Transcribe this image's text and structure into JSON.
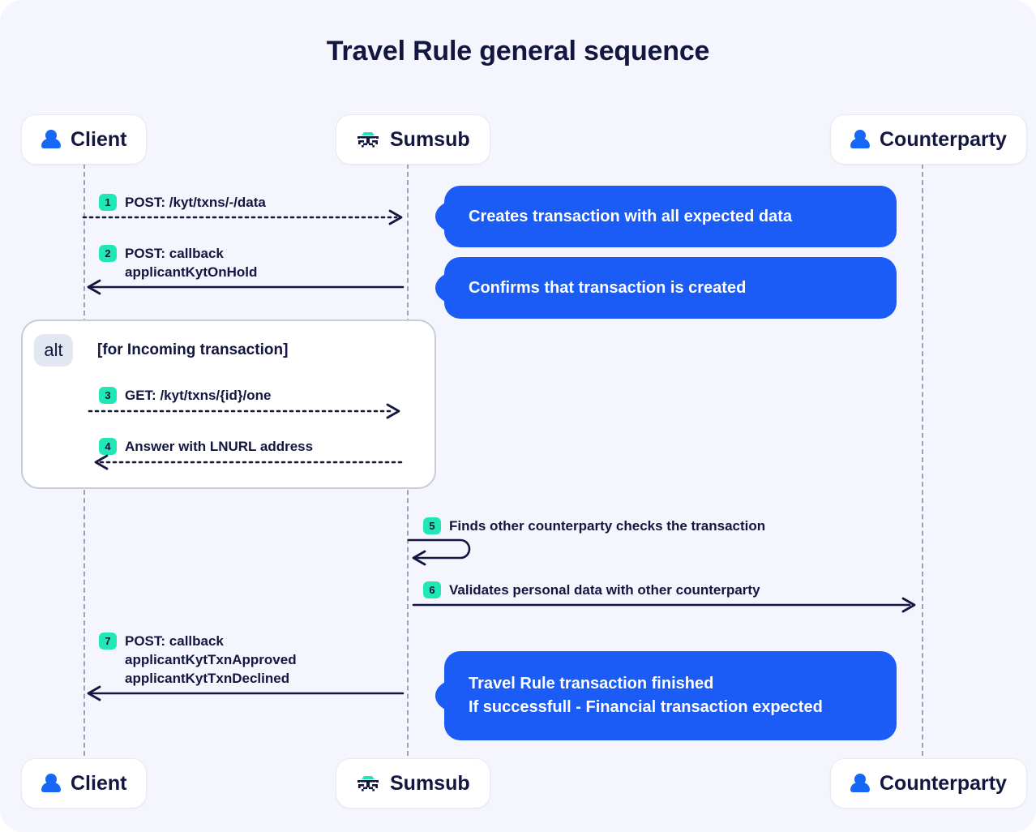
{
  "page": {
    "background": "#F4F5FD",
    "accent_blue": "#1A5CF5",
    "badge_green": "#1FE8B5",
    "text_navy": "#121640",
    "lifeline_gray": "#9AA1B8"
  },
  "title": "Travel Rule general sequence",
  "actors": [
    {
      "id": "client",
      "label": "Client",
      "icon": "person-icon"
    },
    {
      "id": "sumsub",
      "label": "Sumsub",
      "icon": "sumsub-logo-icon"
    },
    {
      "id": "counterparty",
      "label": "Counterparty",
      "icon": "person-icon"
    }
  ],
  "messages": [
    {
      "num": "1",
      "text": "POST: /kyt/txns/-/data",
      "from": "client",
      "to": "sumsub",
      "style": "dotted",
      "direction": "right"
    },
    {
      "num": "2",
      "text": "POST: callback\napplicantKytOnHold",
      "from": "sumsub",
      "to": "client",
      "style": "solid",
      "direction": "left"
    },
    {
      "num": "3",
      "text": "GET: /kyt/txns/{id}/one",
      "from": "client",
      "to": "sumsub",
      "style": "dotted",
      "direction": "right"
    },
    {
      "num": "4",
      "text": "Answer with LNURL address",
      "from": "sumsub",
      "to": "client",
      "style": "dotted",
      "direction": "left"
    },
    {
      "num": "5",
      "text": "Finds other counterparty checks the transaction",
      "from": "sumsub",
      "to": "sumsub",
      "style": "solid",
      "direction": "self"
    },
    {
      "num": "6",
      "text": "Validates personal data with other counterparty",
      "from": "sumsub",
      "to": "counterparty",
      "style": "solid",
      "direction": "right"
    },
    {
      "num": "7",
      "text": "POST: callback\napplicantKytTxnApproved\napplicantKytTxnDeclined",
      "from": "sumsub",
      "to": "client",
      "style": "solid",
      "direction": "left"
    }
  ],
  "alt_block": {
    "keyword": "alt",
    "condition": "[for Incoming transaction]"
  },
  "callouts": [
    {
      "id": "callout-1",
      "text": "Creates transaction with all expected data"
    },
    {
      "id": "callout-2",
      "text": "Confirms that transaction is created"
    },
    {
      "id": "callout-3",
      "text": "Travel Rule transaction finished\nIf successfull - Financial transaction expected"
    }
  ]
}
